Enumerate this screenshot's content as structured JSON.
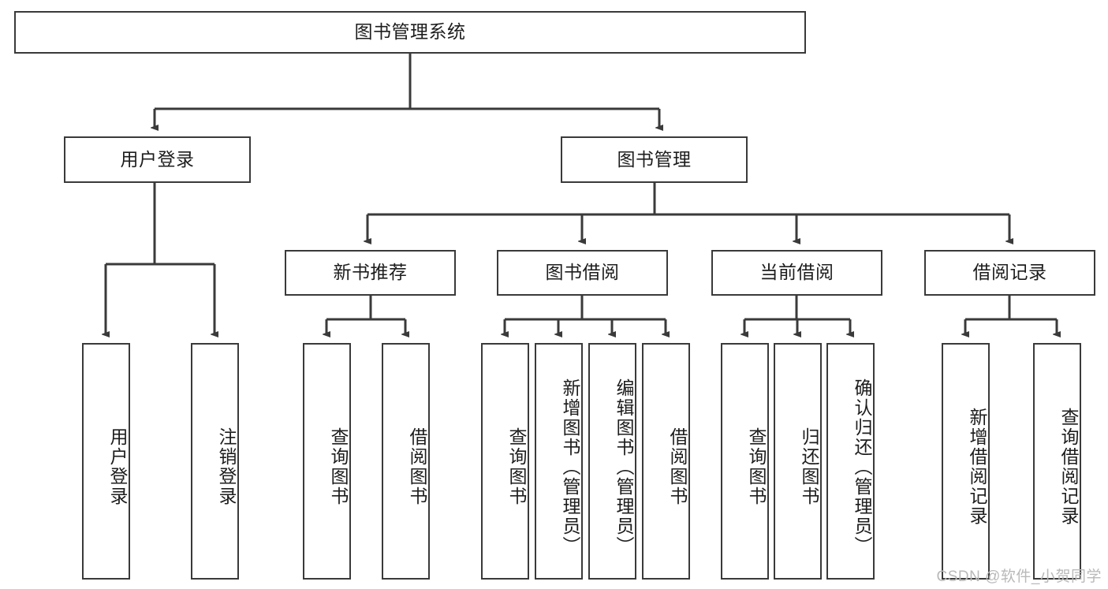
{
  "diagram": {
    "type": "tree-hierarchy",
    "title": "图书管理系统",
    "style": {
      "background": "#ffffff",
      "box_border": "#3a3a3a",
      "line_color": "#3a3a3a",
      "text_color": "#1d1d1d",
      "watermark_color": "#b9b9b9"
    },
    "root": {
      "label": "图书管理系统"
    },
    "level1": [
      {
        "label": "用户登录"
      },
      {
        "label": "图书管理"
      }
    ],
    "level2": [
      {
        "label": "新书推荐"
      },
      {
        "label": "图书借阅"
      },
      {
        "label": "当前借阅"
      },
      {
        "label": "借阅记录"
      }
    ],
    "leaves": {
      "user_login": [
        {
          "label": "用户登录"
        },
        {
          "label": "注销登录"
        }
      ],
      "new_book_recommend": [
        {
          "label": "查询图书"
        },
        {
          "label": "借阅图书"
        }
      ],
      "book_borrow": [
        {
          "label": "查询图书"
        },
        {
          "label": "新增图书（管理员）"
        },
        {
          "label": "编辑图书（管理员）"
        },
        {
          "label": "借阅图书"
        }
      ],
      "current_borrow": [
        {
          "label": "查询图书"
        },
        {
          "label": "归还图书"
        },
        {
          "label": "确认归还（管理员）"
        }
      ],
      "borrow_record": [
        {
          "label": "新增借阅记录"
        },
        {
          "label": "查询借阅记录"
        }
      ]
    }
  },
  "watermark": {
    "text": "CSDN @软件_小贺同学"
  }
}
